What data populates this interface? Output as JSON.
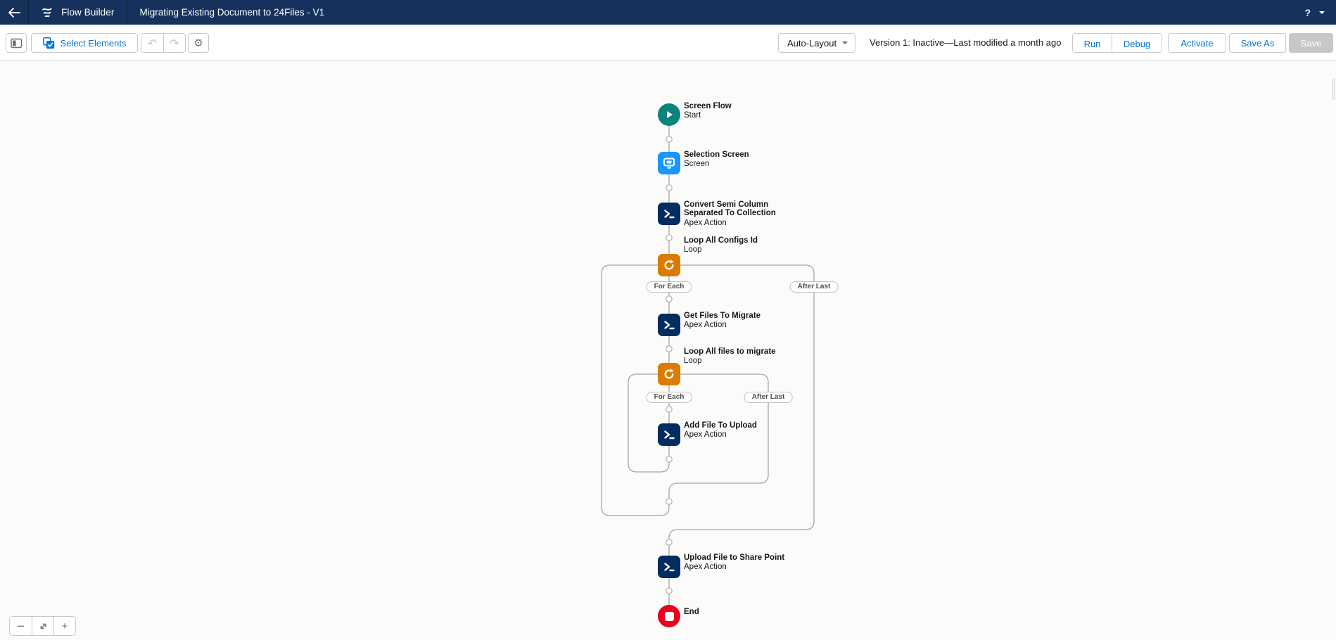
{
  "header": {
    "app_name": "Flow Builder",
    "flow_title": "Migrating Existing Document to 24Files - V1",
    "help_label": "?"
  },
  "toolbar": {
    "select_elements_label": "Select Elements",
    "layout_selector": {
      "value": "Auto-Layout"
    },
    "version_status": "Version 1: Inactive—Last modified a month ago",
    "buttons": {
      "run": "Run",
      "debug": "Debug",
      "activate": "Activate",
      "save_as": "Save As",
      "save": "Save"
    },
    "save_disabled": true
  },
  "canvas": {
    "nodes": [
      {
        "title": "Screen Flow",
        "subtitle": "Start",
        "type": "start"
      },
      {
        "title": "Selection Screen",
        "subtitle": "Screen",
        "type": "screen"
      },
      {
        "title": "Convert Semi Column\nSeparated To Collection",
        "subtitle": "Apex Action",
        "type": "apex-action"
      },
      {
        "title": "Loop All Configs Id",
        "subtitle": "Loop",
        "type": "loop"
      },
      {
        "title": "Get Files To Migrate",
        "subtitle": "Apex Action",
        "type": "apex-action"
      },
      {
        "title": "Loop All files to migrate",
        "subtitle": "Loop",
        "type": "loop"
      },
      {
        "title": "Add File To Upload",
        "subtitle": "Apex Action",
        "type": "apex-action"
      },
      {
        "title": "Upload File to Share Point",
        "subtitle": "Apex Action",
        "type": "apex-action"
      },
      {
        "title": "End",
        "type": "end"
      }
    ],
    "branch_labels": {
      "for_each": "For Each",
      "after_last": "After Last"
    }
  },
  "zoom_controls": {
    "zoom_out_label": "−",
    "zoom_in_label": "+"
  },
  "colors": {
    "header_navy": "#16325c",
    "brand_blue": "#0176d3",
    "start_teal": "#0b827c",
    "screen_blue": "#1b96ff",
    "apex_navy": "#032d60",
    "loop_orange": "#dd7a01",
    "end_red": "#ea001e",
    "connector_gray": "#a5a5a5",
    "disabled_button_gray": "#c9c7c5"
  }
}
